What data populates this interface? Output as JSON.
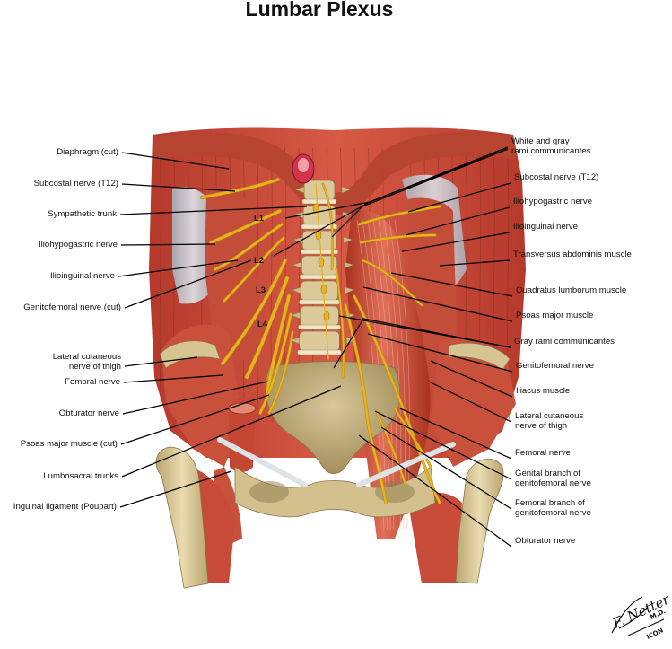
{
  "title": "Lumbar Plexus",
  "vertebra_labels": [
    "L1",
    "L2",
    "L3",
    "L4"
  ],
  "labels_left": [
    "Diaphragm (cut)",
    "Subcostal nerve (T12)",
    "Sympathetic trunk",
    "Iliohypogastric nerve",
    "Ilioinguinal nerve",
    "Genitofemoral nerve (cut)",
    "Lateral cutaneous\nnerve of thigh",
    "Femoral nerve",
    "Obturator nerve",
    "Psoas major muscle (cut)",
    "Lumbosacral trunks",
    "Inguinal ligament (Poupart)"
  ],
  "labels_right": [
    "White and gray\nrami communicantes",
    "Subcostal nerve (T12)",
    "Iliohypogastric nerve",
    "Ilioinguinal nerve",
    "Transversus abdominis muscle",
    "Quadratus lumborum muscle",
    "Psoas major muscle",
    "Gray rami communicantes",
    "Genitofemoral nerve",
    "Iliacus muscle",
    "Lateral cutaneous\nnerve of thigh",
    "Femoral nerve",
    "Genital branch of\ngenitofemoral nerve",
    "Femoral branch of\ngenitofemoral nerve",
    "Obturator nerve"
  ],
  "signature": {
    "name": "F. Netter",
    "suffix": "M.D.",
    "mark": "ICON"
  },
  "colors": {
    "muscle": "#c8493a",
    "muscle_dark": "#8e2a1c",
    "muscle_light": "#e47a62",
    "bone": "#d9c89a",
    "bone_dark": "#a8935e",
    "nerve": "#e8b320",
    "fascia": "#c9cfd6",
    "ink": "#000000"
  }
}
